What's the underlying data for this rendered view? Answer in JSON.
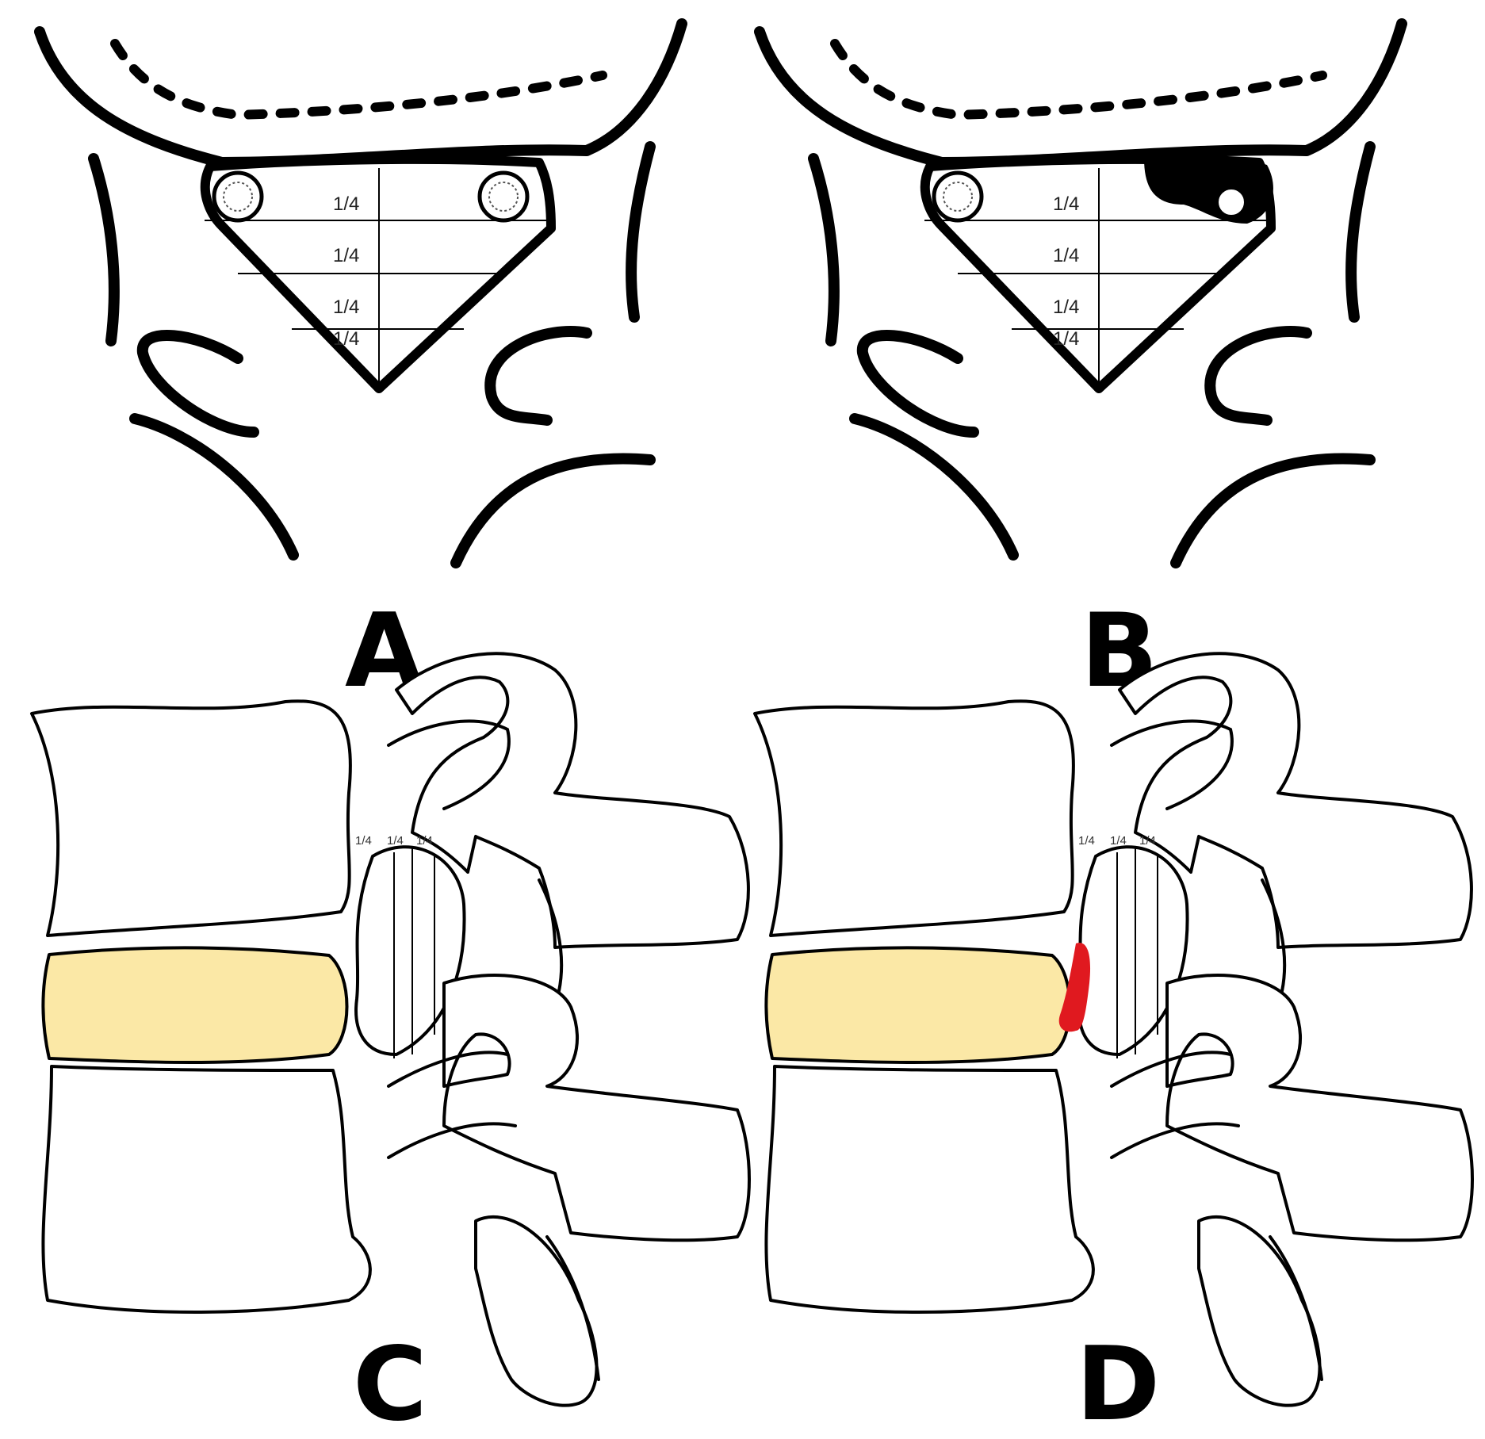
{
  "panels": {
    "a": {
      "letter": "A"
    },
    "b": {
      "letter": "B"
    },
    "c": {
      "letter": "C"
    },
    "d": {
      "letter": "D"
    }
  },
  "fraction_label": "1/4",
  "colors": {
    "line": "#000000",
    "disc": "#fbe8a6",
    "herniation": "#e0191f",
    "background": "#ffffff"
  }
}
